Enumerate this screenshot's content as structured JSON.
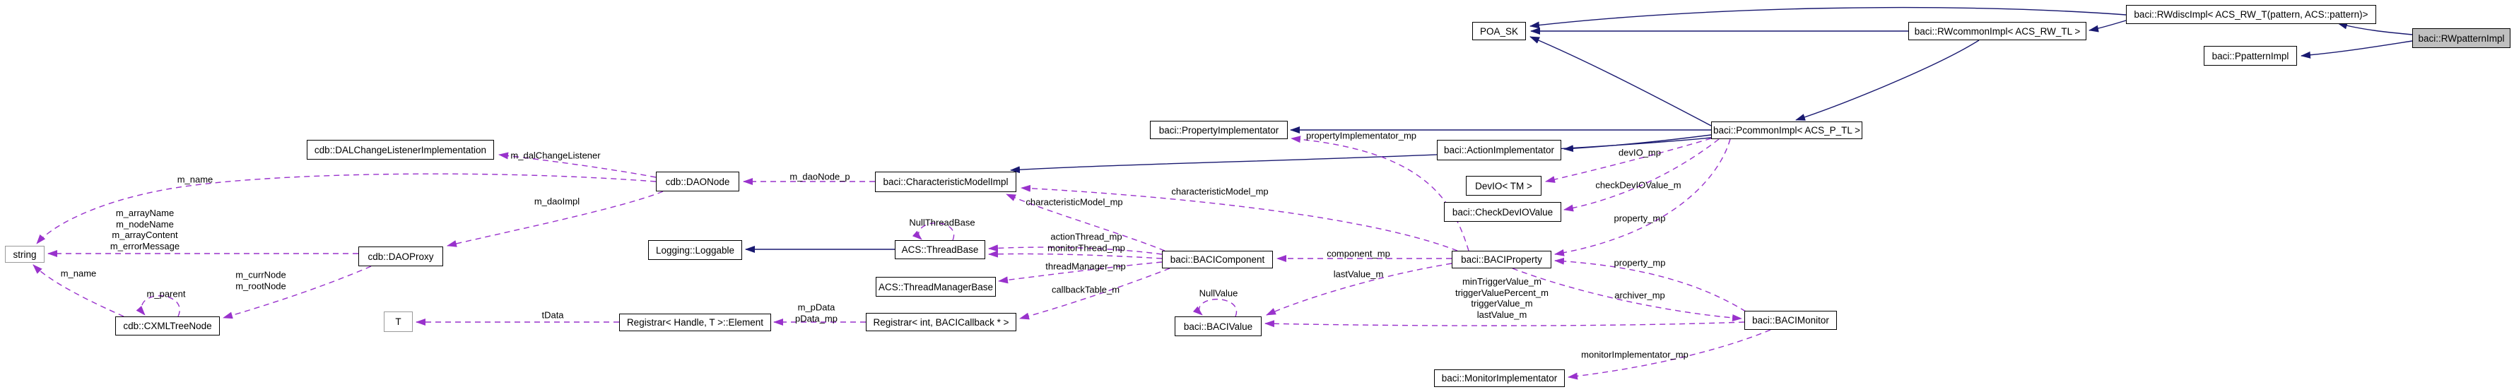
{
  "diagram": {
    "title": "Collaboration diagram for baci::RWpatternImpl",
    "type": "doxygen-collaboration-graph",
    "highlighted_node": "baci::RWpatternImpl",
    "colors": {
      "background": "#ffffff",
      "inheritance_edge": "#191970",
      "usage_edge": "#9932cc",
      "node_border": "#000000",
      "external_node_border": "#9a9a9a",
      "highlight_fill": "#bfbfbf",
      "text": "#000000"
    },
    "nodes": [
      {
        "label": "POA_SK"
      },
      {
        "label": "baci::RWcommonImpl< ACS_RW_TL >"
      },
      {
        "label": "baci::RWdiscImpl< ACS_RW_T(pattern, ACS::pattern)>"
      },
      {
        "label": "baci::RWpatternImpl",
        "highlighted": true
      },
      {
        "label": "baci::PpatternImpl"
      },
      {
        "label": "baci::PropertyImplementator"
      },
      {
        "label": "baci::PcommonImpl< ACS_P_TL >"
      },
      {
        "label": "baci::ActionImplementator"
      },
      {
        "label": "DevIO< TM >"
      },
      {
        "label": "baci::CheckDevIOValue"
      },
      {
        "label": "cdb::DALChangeListenerImplementation"
      },
      {
        "label": "cdb::DAONode"
      },
      {
        "label": "baci::CharacteristicModelImpl"
      },
      {
        "label": "string",
        "external": true
      },
      {
        "label": "cdb::DAOProxy"
      },
      {
        "label": "Logging::Loggable"
      },
      {
        "label": "ACS::ThreadBase"
      },
      {
        "label": "ACS::ThreadManagerBase"
      },
      {
        "label": "baci::BACIComponent"
      },
      {
        "label": "baci::BACIProperty"
      },
      {
        "label": "cdb::CXMLTreeNode"
      },
      {
        "label": "T",
        "external": true
      },
      {
        "label": "Registrar< Handle, T >::Element"
      },
      {
        "label": "Registrar< int, BACICallback * >"
      },
      {
        "label": "baci::BACIValue"
      },
      {
        "label": "baci::BACIMonitor"
      },
      {
        "label": "baci::MonitorImplementator"
      }
    ],
    "edge_labels": [
      {
        "text": "m_dalChangeListener"
      },
      {
        "text": "m_name"
      },
      {
        "text": "m_daoNode_p"
      },
      {
        "text": "m_daoImpl"
      },
      {
        "text": "m_arrayName\nm_nodeName\nm_arrayContent\nm_errorMessage"
      },
      {
        "text": "m_name"
      },
      {
        "text": "m_currNode\nm_rootNode"
      },
      {
        "text": "m_parent"
      },
      {
        "text": "tData"
      },
      {
        "text": "m_pData\npData_mp"
      },
      {
        "text": "NullThreadBase"
      },
      {
        "text": "actionThread_mp\nmonitorThread_mp"
      },
      {
        "text": "threadManager_mp"
      },
      {
        "text": "callbackTable_m"
      },
      {
        "text": "NullValue"
      },
      {
        "text": "characteristicModel_mp"
      },
      {
        "text": "characteristicModel_mp"
      },
      {
        "text": "propertyImplementator_mp"
      },
      {
        "text": "devIO_mp"
      },
      {
        "text": "checkDevIOValue_m"
      },
      {
        "text": "property_mp"
      },
      {
        "text": "property_mp"
      },
      {
        "text": "archiver_mp"
      },
      {
        "text": "component_mp"
      },
      {
        "text": "lastValue_m"
      },
      {
        "text": "minTriggerValue_m\ntriggerValuePercent_m\ntriggerValue_m\nlastValue_m"
      },
      {
        "text": "monitorImplementator_mp"
      }
    ],
    "edges": [
      {
        "from": "baci::RWcommonImpl< ACS_RW_TL >",
        "to": "POA_SK",
        "kind": "inheritance"
      },
      {
        "from": "baci::RWdiscImpl< ACS_RW_T(pattern, ACS::pattern)>",
        "to": "POA_SK",
        "kind": "inheritance"
      },
      {
        "from": "baci::PcommonImpl< ACS_P_TL >",
        "to": "POA_SK",
        "kind": "inheritance"
      },
      {
        "from": "baci::RWdiscImpl< ACS_RW_T(pattern, ACS::pattern)>",
        "to": "baci::RWcommonImpl< ACS_RW_TL >",
        "kind": "inheritance"
      },
      {
        "from": "baci::RWpatternImpl",
        "to": "baci::RWdiscImpl< ACS_RW_T(pattern, ACS::pattern)>",
        "kind": "inheritance"
      },
      {
        "from": "baci::RWpatternImpl",
        "to": "baci::PpatternImpl",
        "kind": "inheritance"
      },
      {
        "from": "baci::RWcommonImpl< ACS_RW_TL >",
        "to": "baci::PcommonImpl< ACS_P_TL >",
        "kind": "inheritance"
      },
      {
        "from": "baci::PcommonImpl< ACS_P_TL >",
        "to": "baci::PropertyImplementator",
        "kind": "inheritance"
      },
      {
        "from": "baci::PcommonImpl< ACS_P_TL >",
        "to": "baci::ActionImplementator",
        "kind": "inheritance"
      },
      {
        "from": "baci::PcommonImpl< ACS_P_TL >",
        "to": "baci::CharacteristicModelImpl",
        "kind": "inheritance"
      },
      {
        "from": "ACS::ThreadBase",
        "to": "Logging::Loggable",
        "kind": "inheritance"
      },
      {
        "from": "cdb::DAONode",
        "to": "cdb::DALChangeListenerImplementation",
        "label": "m_dalChangeListener",
        "kind": "usage"
      },
      {
        "from": "cdb::DAONode",
        "to": "string",
        "label": "m_name",
        "kind": "usage"
      },
      {
        "from": "cdb::DAONode",
        "to": "cdb::DAOProxy",
        "label": "m_daoImpl",
        "kind": "usage"
      },
      {
        "from": "baci::CharacteristicModelImpl",
        "to": "cdb::DAONode",
        "label": "m_daoNode_p",
        "kind": "usage"
      },
      {
        "from": "cdb::DAOProxy",
        "to": "string",
        "label": "m_arrayName m_nodeName m_arrayContent m_errorMessage",
        "kind": "usage"
      },
      {
        "from": "cdb::DAOProxy",
        "to": "cdb::CXMLTreeNode",
        "label": "m_currNode m_rootNode",
        "kind": "usage"
      },
      {
        "from": "cdb::CXMLTreeNode",
        "to": "string",
        "label": "m_name",
        "kind": "usage"
      },
      {
        "from": "cdb::CXMLTreeNode",
        "to": "cdb::CXMLTreeNode",
        "label": "m_parent",
        "kind": "usage"
      },
      {
        "from": "Registrar< Handle, T >::Element",
        "to": "T",
        "label": "tData",
        "kind": "usage"
      },
      {
        "from": "Registrar< int, BACICallback * >",
        "to": "Registrar< Handle, T >::Element",
        "label": "m_pData pData_mp",
        "kind": "usage"
      },
      {
        "from": "ACS::ThreadBase",
        "to": "ACS::ThreadBase",
        "label": "NullThreadBase",
        "kind": "usage"
      },
      {
        "from": "baci::BACIComponent",
        "to": "ACS::ThreadBase",
        "label": "actionThread_mp monitorThread_mp",
        "kind": "usage"
      },
      {
        "from": "baci::BACIComponent",
        "to": "ACS::ThreadManagerBase",
        "label": "threadManager_mp",
        "kind": "usage"
      },
      {
        "from": "baci::BACIComponent",
        "to": "Registrar< int, BACICallback * >",
        "label": "callbackTable_m",
        "kind": "usage"
      },
      {
        "from": "baci::BACIComponent",
        "to": "baci::CharacteristicModelImpl",
        "label": "characteristicModel_mp",
        "kind": "usage"
      },
      {
        "from": "baci::BACIValue",
        "to": "baci::BACIValue",
        "label": "NullValue",
        "kind": "usage"
      },
      {
        "from": "baci::BACIProperty",
        "to": "baci::BACIComponent",
        "label": "component_mp",
        "kind": "usage"
      },
      {
        "from": "baci::BACIProperty",
        "to": "baci::BACIValue",
        "label": "lastValue_m",
        "kind": "usage"
      },
      {
        "from": "baci::BACIProperty",
        "to": "baci::CharacteristicModelImpl",
        "label": "characteristicModel_mp",
        "kind": "usage"
      },
      {
        "from": "baci::BACIProperty",
        "to": "baci::PropertyImplementator",
        "label": "propertyImplementator_mp",
        "kind": "usage"
      },
      {
        "from": "baci::BACIProperty",
        "to": "baci::BACIMonitor",
        "label": "archiver_mp",
        "kind": "usage"
      },
      {
        "from": "baci::PcommonImpl< ACS_P_TL >",
        "to": "DevIO< TM >",
        "label": "devIO_mp",
        "kind": "usage"
      },
      {
        "from": "baci::PcommonImpl< ACS_P_TL >",
        "to": "baci::CheckDevIOValue",
        "label": "checkDevIOValue_m",
        "kind": "usage"
      },
      {
        "from": "baci::PcommonImpl< ACS_P_TL >",
        "to": "baci::BACIProperty",
        "label": "property_mp",
        "kind": "usage"
      },
      {
        "from": "baci::BACIMonitor",
        "to": "baci::BACIProperty",
        "label": "property_mp",
        "kind": "usage"
      },
      {
        "from": "baci::BACIMonitor",
        "to": "baci::BACIValue",
        "label": "minTriggerValue_m triggerValuePercent_m triggerValue_m lastValue_m",
        "kind": "usage"
      },
      {
        "from": "baci::BACIMonitor",
        "to": "baci::MonitorImplementator",
        "label": "monitorImplementator_mp",
        "kind": "usage"
      }
    ]
  }
}
